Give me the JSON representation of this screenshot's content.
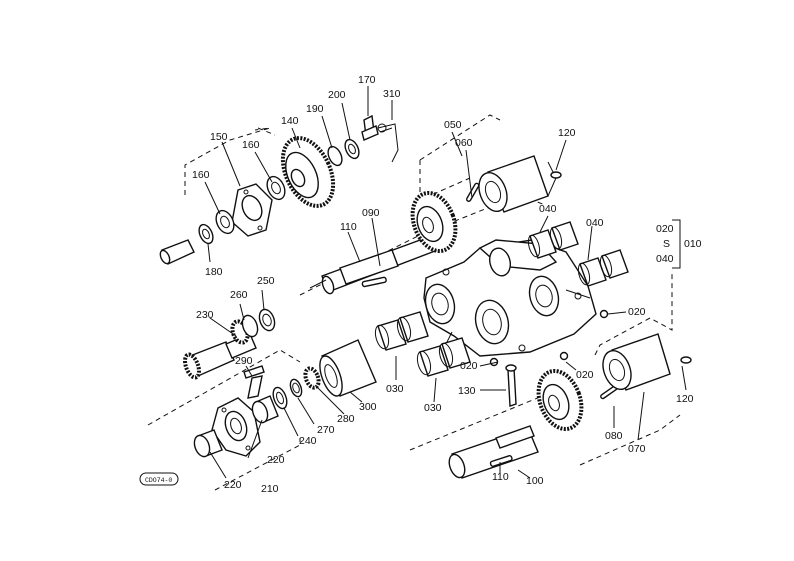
{
  "diagram": {
    "stamp": "CDO74-0",
    "callouts": {
      "c010": "010",
      "c020a": "020",
      "c040a": "040",
      "c020b": "020",
      "c020c": "020",
      "c020d": "020",
      "c030a": "030",
      "c030b": "030",
      "c040b": "040",
      "c040c": "040",
      "c050": "050",
      "c060": "060",
      "c070": "070",
      "c080": "080",
      "c090": "090",
      "c100": "100",
      "c110a": "110",
      "c110b": "110",
      "c120a": "120",
      "c120b": "120",
      "c130": "130",
      "c140": "140",
      "c150": "150",
      "c160a": "160",
      "c160b": "160",
      "c170": "170",
      "c180": "180",
      "c190": "190",
      "c200": "200",
      "c210": "210",
      "c220a": "220",
      "c220b": "220",
      "c230": "230",
      "c240": "240",
      "c250": "250",
      "c260": "260",
      "c270": "270",
      "c280": "280",
      "c290": "290",
      "c300": "300",
      "c310": "310",
      "tilde": "S"
    }
  }
}
